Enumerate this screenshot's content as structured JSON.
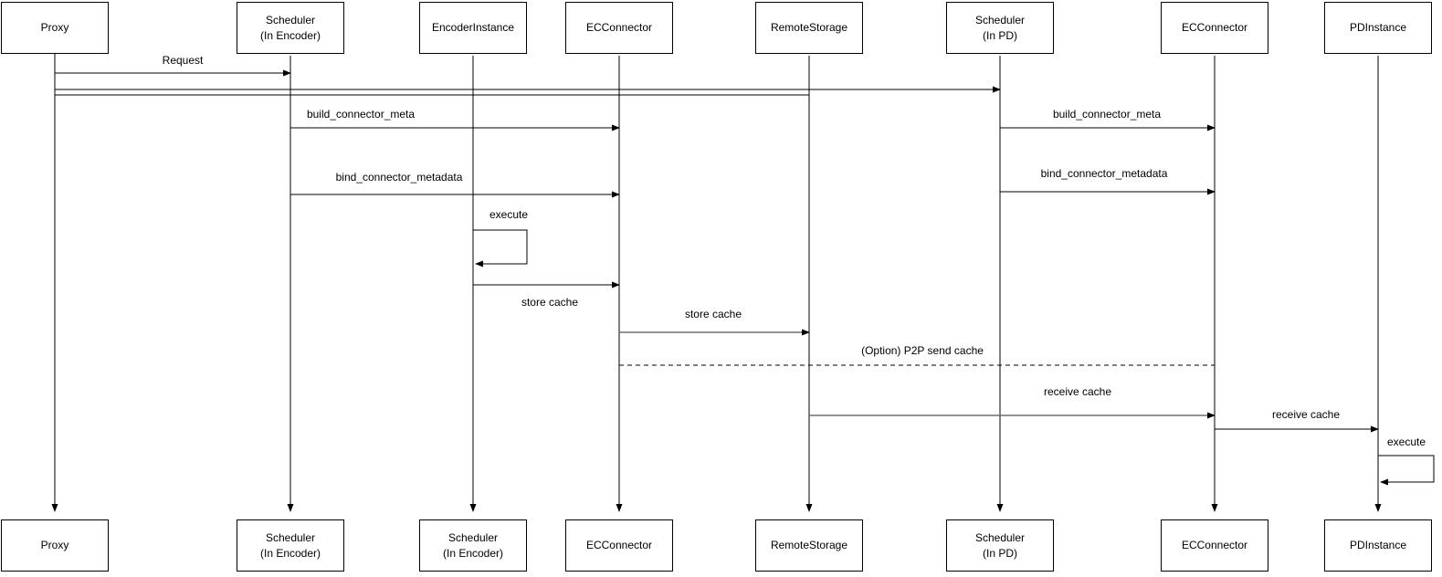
{
  "diagram": {
    "kind": "sequence-diagram",
    "colors": {
      "background": "#ffffff",
      "line": "#000000",
      "grey_line": "#6e6e6e",
      "box_fill": "#ffffff",
      "box_border": "#000000",
      "text": "#000000"
    },
    "participants": [
      {
        "name": "Proxy",
        "top_label": "Proxy",
        "bottom_label": "Proxy"
      },
      {
        "name": "Scheduler (In Encoder)",
        "top_label": "Scheduler\n(In Encoder)",
        "bottom_label": "Scheduler\n(In Encoder)"
      },
      {
        "name": "EncoderInstance",
        "top_label": "EncoderInstance",
        "bottom_label": "Scheduler\n(In Encoder)"
      },
      {
        "name": "ECConnector",
        "top_label": "ECConnector",
        "bottom_label": "ECConnector"
      },
      {
        "name": "RemoteStorage",
        "top_label": "RemoteStorage",
        "bottom_label": "RemoteStorage"
      },
      {
        "name": "Scheduler (In PD)",
        "top_label": "Scheduler\n(In PD)",
        "bottom_label": "Scheduler\n(In PD)"
      },
      {
        "name": "ECConnector (PD)",
        "top_label": "ECConnector",
        "bottom_label": "ECConnector"
      },
      {
        "name": "PDInstance",
        "top_label": "PDInstance",
        "bottom_label": "PDInstance"
      }
    ],
    "messages": [
      {
        "label": "Request",
        "from": "Proxy",
        "to": "Scheduler (In Encoder)",
        "style": "solid-arrow"
      },
      {
        "label": "",
        "from": "Proxy",
        "to": "Scheduler (In PD)",
        "style": "solid-arrow"
      },
      {
        "label": "",
        "from": "Proxy",
        "to": "RemoteStorage",
        "style": "solid-line"
      },
      {
        "label": "build_connector_meta",
        "from": "Scheduler (In Encoder)",
        "to": "ECConnector",
        "style": "solid-arrow"
      },
      {
        "label": "build_connector_meta",
        "from": "Scheduler (In PD)",
        "to": "ECConnector (PD)",
        "style": "solid-arrow"
      },
      {
        "label": "bind_connector_metadata",
        "from": "Scheduler (In Encoder)",
        "to": "ECConnector",
        "style": "solid-arrow"
      },
      {
        "label": "bind_connector_metadata",
        "from": "Scheduler (In PD)",
        "to": "ECConnector (PD)",
        "style": "solid-arrow"
      },
      {
        "label": "execute",
        "from": "EncoderInstance",
        "to": "EncoderInstance",
        "style": "self-loop"
      },
      {
        "label": "store cache",
        "from": "EncoderInstance",
        "to": "ECConnector",
        "style": "solid-arrow",
        "label_position": "below"
      },
      {
        "label": "store cache",
        "from": "ECConnector",
        "to": "RemoteStorage",
        "style": "solid-arrow"
      },
      {
        "label": "(Option) P2P send cache",
        "from": "ECConnector",
        "to": "ECConnector (PD)",
        "style": "dashed-line"
      },
      {
        "label": "receive cache",
        "from": "RemoteStorage",
        "to": "ECConnector (PD)",
        "style": "solid-arrow"
      },
      {
        "label": "receive cache",
        "from": "ECConnector (PD)",
        "to": "PDInstance",
        "style": "solid-arrow"
      },
      {
        "label": "execute",
        "from": "PDInstance",
        "to": "PDInstance",
        "style": "self-loop"
      }
    ]
  }
}
